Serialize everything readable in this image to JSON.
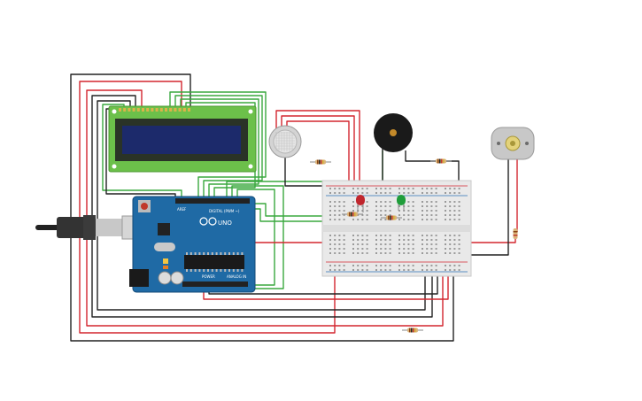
{
  "board": {
    "brand": "UNO",
    "digital_label": "DIGITAL (PWM ~)",
    "power_label": "POWER",
    "analog_label": "ANALOG IN",
    "aref_label": "AREF"
  },
  "components": {
    "lcd": {
      "name": "16x2 LCD"
    },
    "gas_sensor": {
      "name": "Gas sensor"
    },
    "buzzer": {
      "name": "Piezo buzzer"
    },
    "motor": {
      "name": "DC motor"
    },
    "led_red": {
      "color": "#c0262d"
    },
    "led_green": {
      "color": "#1f9d3a"
    }
  },
  "colors": {
    "wire_red": "#d3262f",
    "wire_black": "#222222",
    "wire_green": "#3aa83f",
    "board_blue": "#1f6aa5",
    "lcd_green": "#6cc04a",
    "lcd_screen": "#1c2a6b",
    "breadboard": "#e9e9e9"
  }
}
